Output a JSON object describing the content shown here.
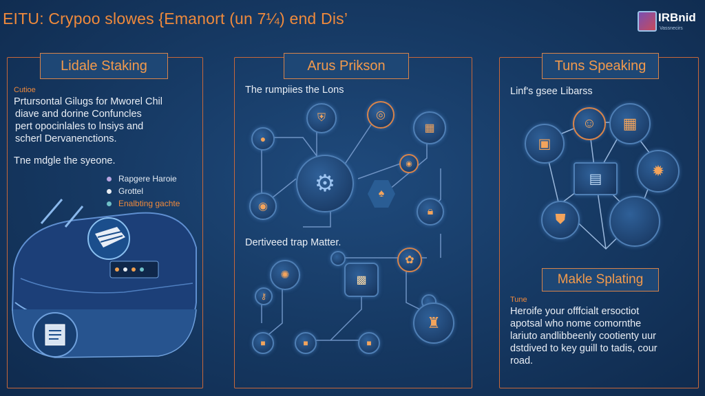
{
  "header": {
    "title": "EITU: Crypoo slowes {Emanort (un 7¼) end Dis’",
    "logo_name": "IRBnid",
    "logo_sub": "Vassnecirs"
  },
  "panels": {
    "left": {
      "heading": "Lidale Staking",
      "label": "Cutioe",
      "paragraph": [
        "Prtursontal Gilugs for Mworel Chil",
        "diave and dorine Confuncles",
        "pert opocinlales to lnsiys and",
        "scherl Dervanenctions."
      ],
      "subline": "Tne mdgle the syeone.",
      "legend": [
        {
          "label": "Rapgere Haroie",
          "color": "#b8a4e0"
        },
        {
          "label": "Grottel",
          "color": "#e8ecf2"
        },
        {
          "label": "Enalbting gachte",
          "color": "#6fc0c8"
        }
      ]
    },
    "middle": {
      "heading": "Arus Prikson",
      "top_text": "The rumpiies the Lons",
      "bottom_text": "Dertiveed trap Matter."
    },
    "right": {
      "heading": "Tuns Speaking",
      "top_text": "Linf's gsee Libarss",
      "sub_heading": "Makle Splating",
      "label": "Tune",
      "paragraph": [
        "Heroife your offfcialt ersoctiot",
        "apotsal who nome comornthe",
        "lariuto andlibbeenly cootienty uur",
        "dstdived to key guill to tadis, cour",
        "road."
      ]
    }
  },
  "colors": {
    "accent": "#f08a3c",
    "background": "#173b66",
    "node": "#2f6098"
  }
}
